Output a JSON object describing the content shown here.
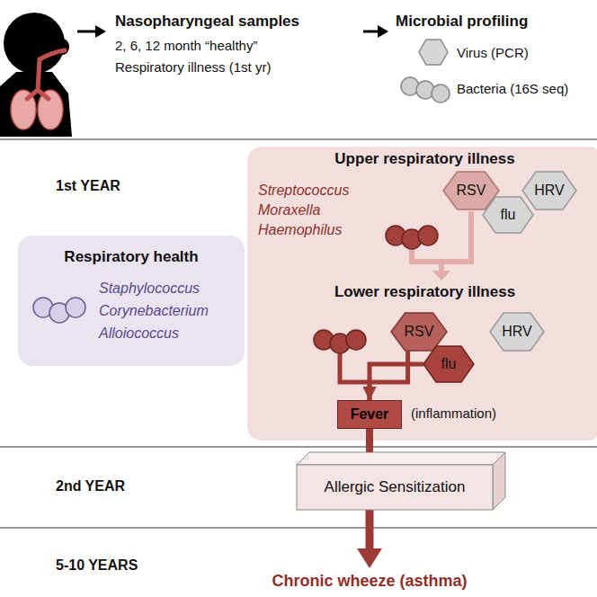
{
  "diagram": {
    "nodes": [
      {
        "text": [
          "Respiratory health",
          "Staphylococcus",
          "Corynebacterium",
          "Alloiococcus"
        ]
      },
      {
        "text": [
          "Upper respiratory illness",
          "Streptococcus",
          "Moraxella",
          "Haemophilus",
          "Lower respiratory illness",
          "(inflammation)"
        ]
      },
      {
        "text": [
          "RSV"
        ],
        "in": 1
      },
      {
        "text": [
          "flu"
        ],
        "in": 1
      },
      {
        "text": [
          "HRV"
        ],
        "in": 1
      },
      {
        "text": [
          "RSV"
        ],
        "in": 1
      },
      {
        "text": [
          "flu"
        ],
        "in": 1
      },
      {
        "text": [
          "HRV"
        ],
        "in": 1
      },
      {
        "text": [
          "Fever"
        ],
        "in": 1
      },
      {
        "text": [
          "Allergic Sensitization"
        ]
      }
    ],
    "edges": [
      {
        "from": 5,
        "to": 8,
        "arrow": "to"
      },
      {
        "from": 6,
        "to": 8,
        "arrow": "to"
      },
      {
        "from": 8,
        "to": 9,
        "arrow": "none"
      }
    ],
    "labels": [
      "Nasopharyngeal samples",
      "2, 6, 12 month “healthy”",
      "Respiratory illness (1st yr)",
      "Microbial profiling",
      "Virus (PCR)",
      "Bacteria (16S seq)",
      "1st YEAR",
      "2nd YEAR",
      "5-10 YEARS",
      "Chronic wheeze (asthma)"
    ]
  }
}
